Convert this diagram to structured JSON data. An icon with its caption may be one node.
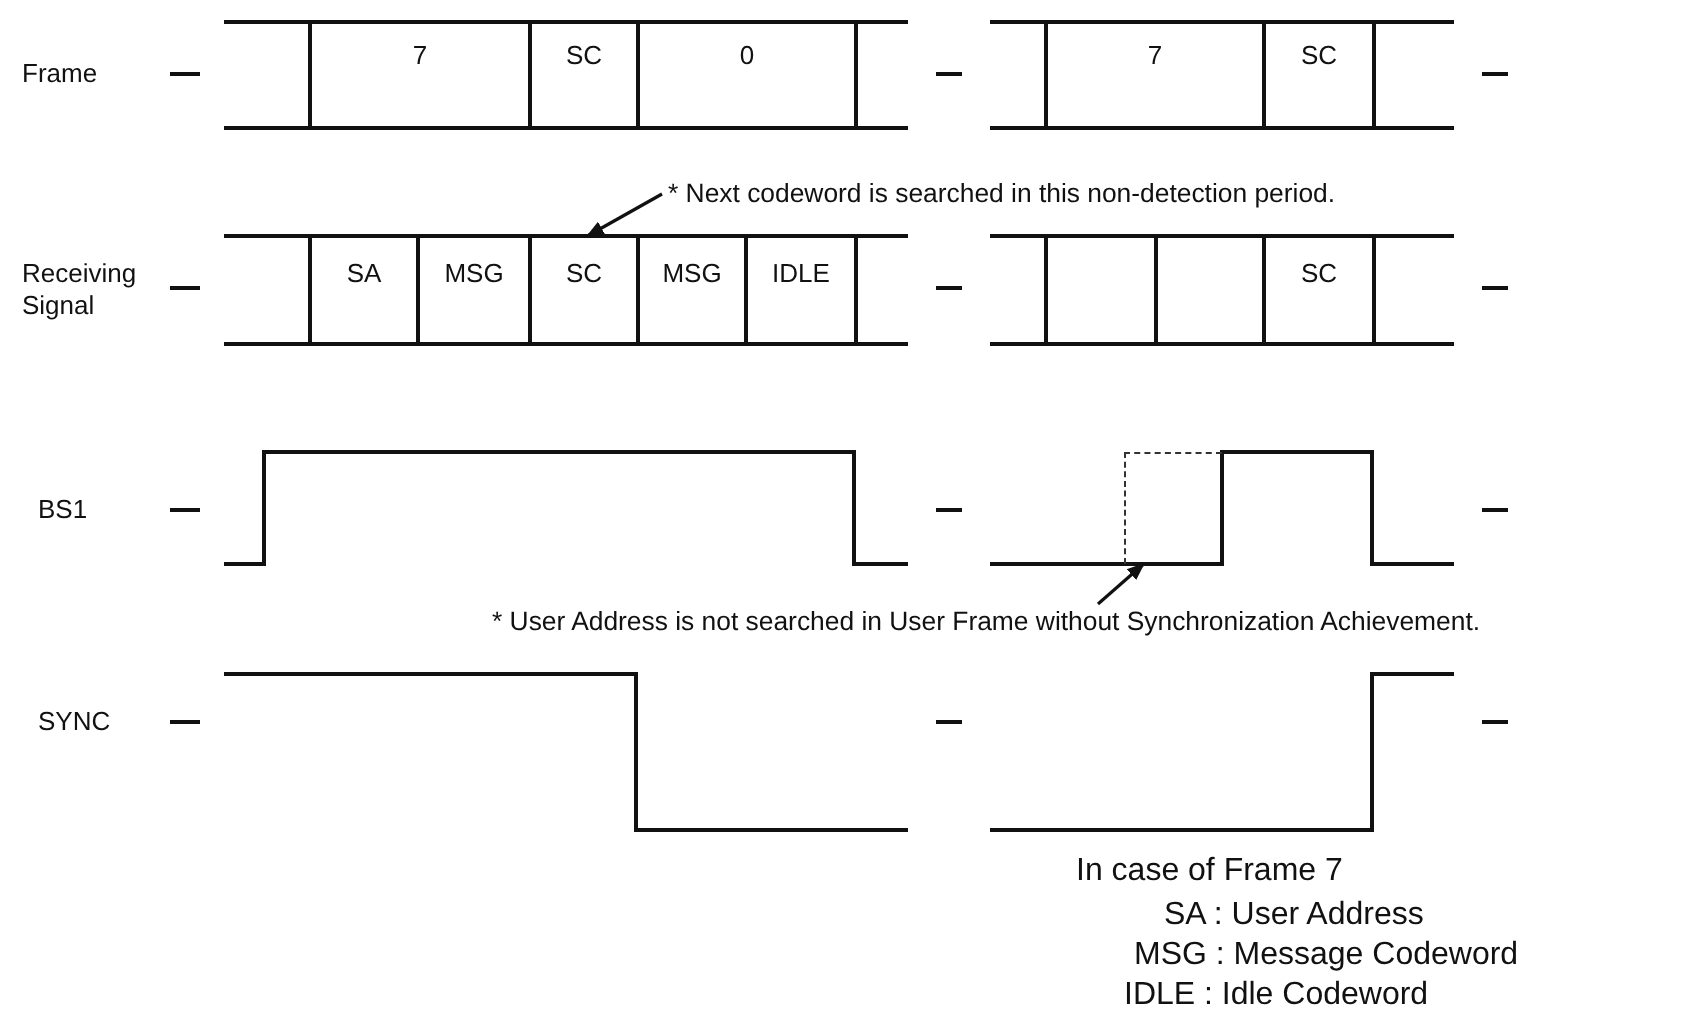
{
  "diagram": {
    "nodes": [
      {
        "text": [],
        "shape": "box"
      },
      {
        "text": [
          "7"
        ]
      },
      {
        "text": [
          "SC"
        ]
      },
      {
        "text": [
          "0"
        ]
      },
      {
        "text": [],
        "shape": "box"
      },
      {
        "text": [],
        "shape": "box"
      },
      {
        "text": [
          "7"
        ]
      },
      {
        "text": [
          "SC"
        ]
      },
      {
        "text": [],
        "shape": "box"
      },
      {
        "text": [
          "* Next codeword is searched in this non-detection period."
        ]
      },
      {
        "text": [],
        "shape": "box"
      },
      {
        "text": [
          "SA"
        ]
      },
      {
        "text": [
          "MSG"
        ]
      },
      {
        "text": [
          "SC"
        ]
      },
      {
        "text": [
          "MSG"
        ]
      },
      {
        "text": [
          "IDLE"
        ]
      },
      {
        "text": [],
        "shape": "box"
      },
      {
        "text": [],
        "shape": "box"
      },
      {
        "text": [],
        "shape": "box"
      },
      {
        "text": [],
        "shape": "box"
      },
      {
        "text": [
          "SC"
        ]
      },
      {
        "text": [],
        "shape": "box"
      },
      {
        "text": [],
        "shape": "box"
      },
      {
        "text": [
          "* User Address is not searched in User Frame without Synchronization Achievement."
        ]
      }
    ],
    "edges": [
      {
        "from": 9,
        "to": 13,
        "arrow": "to"
      },
      {
        "from": 23,
        "to": 22,
        "arrow": "to"
      }
    ],
    "labels": [
      "Frame",
      "Receiving Signal",
      "BS1",
      "SYNC",
      "In case of Frame 7",
      "SA : User Address",
      "MSG : Message Codeword",
      "IDLE : Idle Codeword"
    ]
  }
}
